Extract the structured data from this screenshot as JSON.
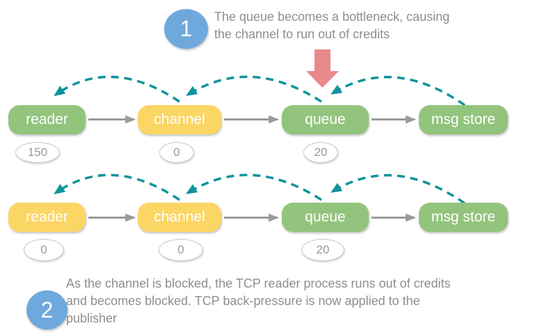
{
  "palette": {
    "node_green": "#93c47d",
    "node_yellow": "#fbd665",
    "credit_arc_teal": "#0f939c",
    "bottleneck_arrow_red": "#e8898c",
    "step_circle_blue": "#6fa8dc",
    "note_text_gray": "#8e8e8e",
    "flow_arrow_gray": "#9a9a9a"
  },
  "notes": [
    {
      "number": "1",
      "lines": [
        "The queue becomes a bottleneck, causing",
        "the channel to run out of credits"
      ]
    },
    {
      "number": "2",
      "lines": [
        "As the channel is blocked, the TCP reader process runs out of credits",
        "and becomes blocked. TCP back-pressure is now applied to the",
        "publisher"
      ]
    }
  ],
  "rows": [
    {
      "nodes": [
        {
          "label": "reader",
          "credits": "150"
        },
        {
          "label": "channel",
          "credits": "0"
        },
        {
          "label": "queue",
          "credits": "20"
        },
        {
          "label": "msg store"
        }
      ]
    },
    {
      "nodes": [
        {
          "label": "reader",
          "credits": "0"
        },
        {
          "label": "channel",
          "credits": "0"
        },
        {
          "label": "queue",
          "credits": "20"
        },
        {
          "label": "msg store"
        }
      ]
    }
  ]
}
